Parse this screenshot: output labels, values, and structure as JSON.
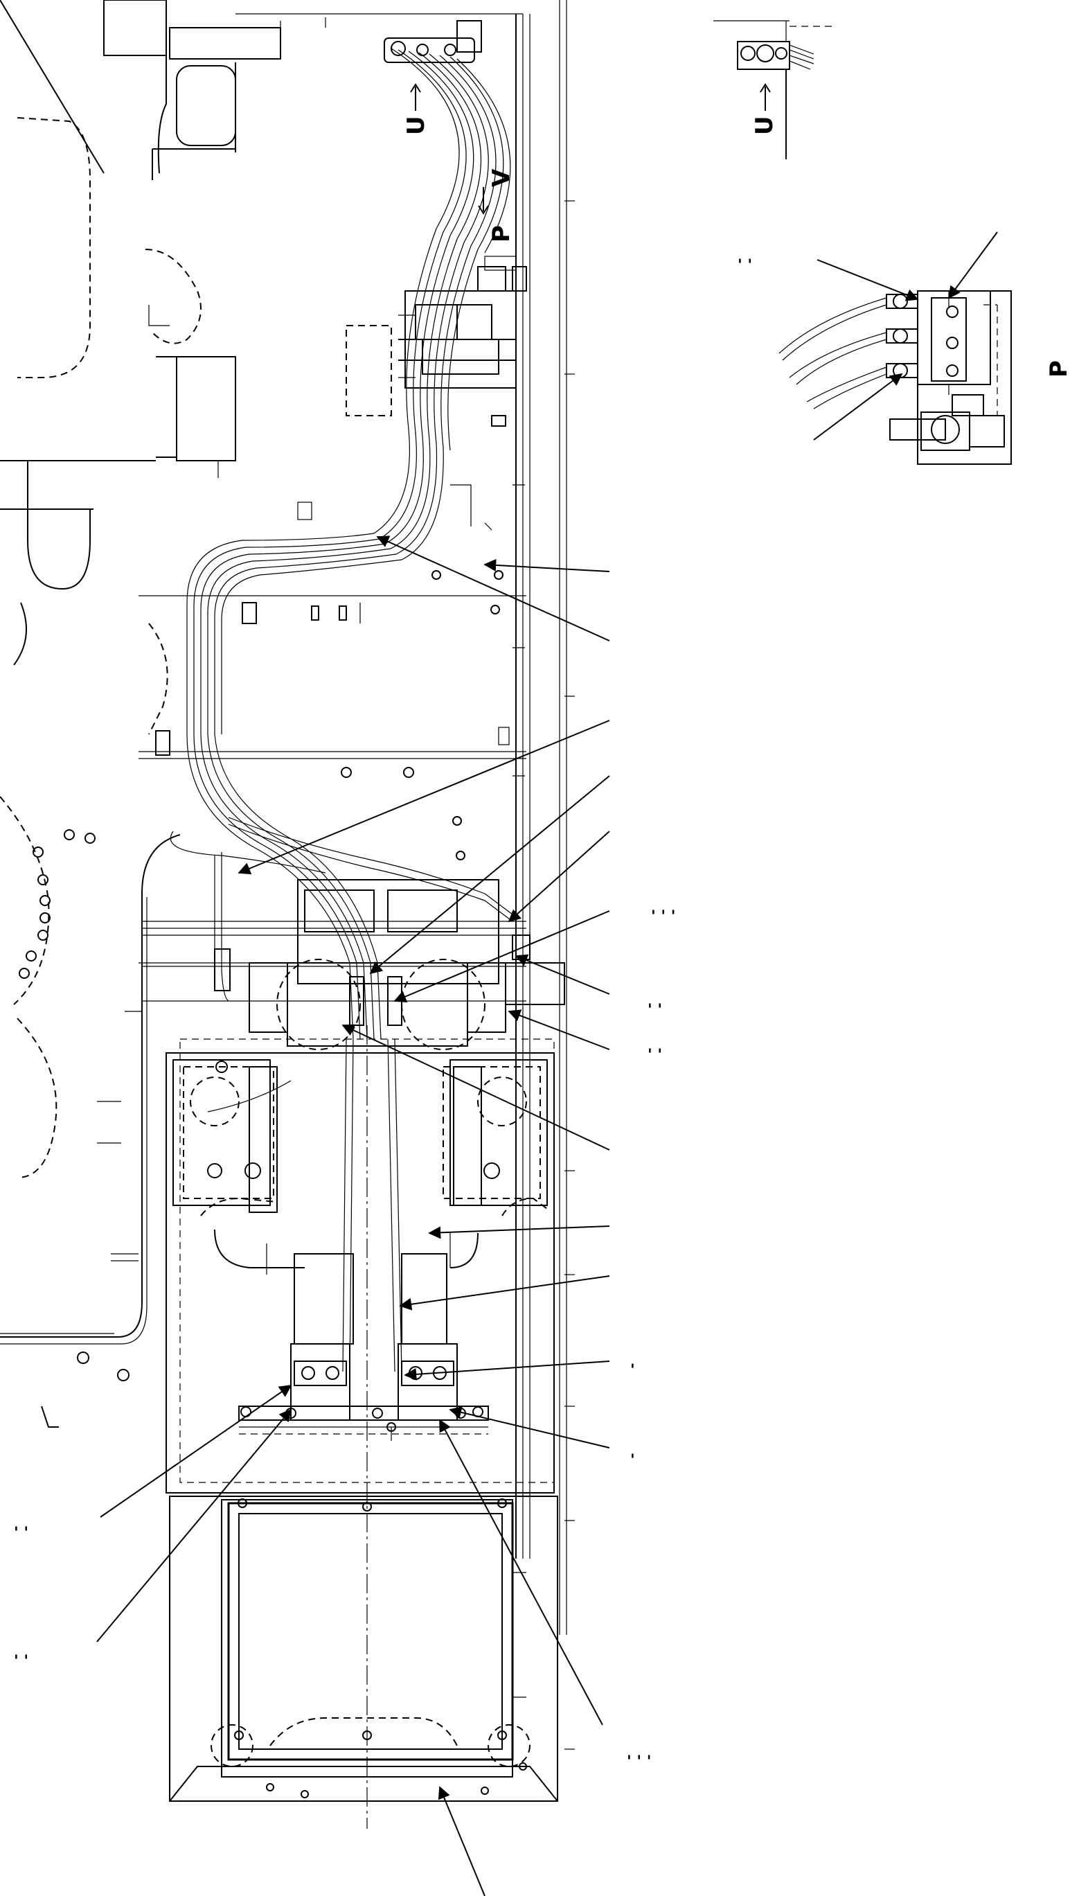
{
  "views": {
    "main": {
      "labels": [
        "U",
        "P",
        "V"
      ]
    },
    "detail_u": {
      "labels": [
        "U"
      ]
    },
    "detail_p": {
      "labels": [
        "P"
      ]
    }
  },
  "callouts": [
    {
      "marks": "' '"
    },
    {
      "marks": "' ' '"
    },
    {
      "marks": "' '"
    },
    {
      "marks": "' '"
    },
    {
      "marks": "'"
    },
    {
      "marks": "'"
    },
    {
      "marks": "' ' '"
    },
    {
      "marks": "' '"
    },
    {
      "marks": "' '"
    },
    {
      "marks": "' ' '"
    }
  ],
  "colors": {
    "ink": "#000000",
    "paper": "#ffffff"
  }
}
